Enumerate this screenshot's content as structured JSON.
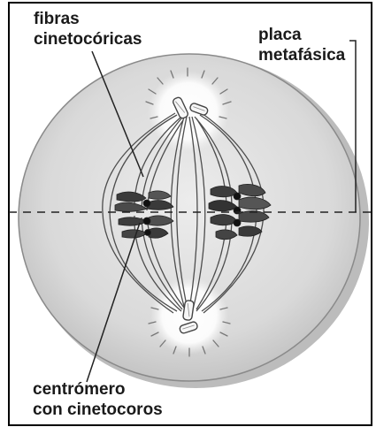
{
  "labels": {
    "kinetochore_fibers": {
      "line1": "fibras",
      "line2": "cinetocóricas"
    },
    "metaphase_plate": {
      "line1": "placa",
      "line2": "metafásica"
    },
    "centromere": {
      "line1": "centrómero",
      "line2": "con cinetocoros"
    }
  },
  "colors": {
    "cell_fill": "#d9d9d9",
    "cell_outline": "#888888",
    "chromosome": "#3a3a3a",
    "fiber": "#4a4a4a",
    "frame": "#000000"
  }
}
